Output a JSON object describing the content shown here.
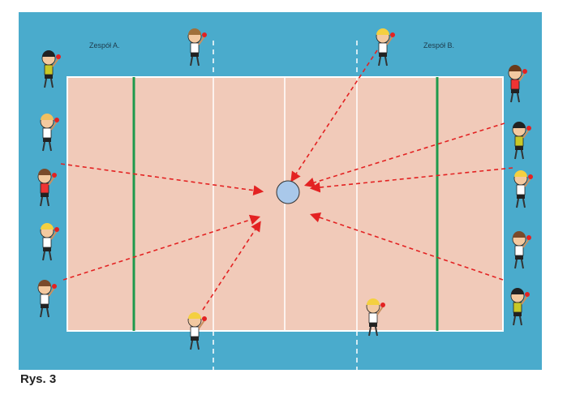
{
  "diagram": {
    "team_a_label": "Zespół A.",
    "team_b_label": "Zespół B.",
    "caption": "Rys. 3",
    "colors": {
      "field": "#4aabcc",
      "court": "#f1cab9",
      "attack_line": "#1e9a4c",
      "arrow": "#e32222",
      "ball": "#a9c8ea"
    }
  }
}
